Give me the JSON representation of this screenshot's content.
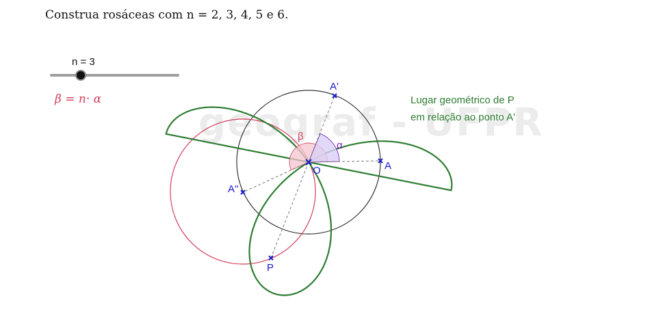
{
  "instruction": "Construa rosáceas com n = 2, 3, 4, 5 e 6.",
  "slider": {
    "label": "n = 3",
    "value": 3,
    "min": 1,
    "max": 10
  },
  "formula": "β = n· α",
  "watermark": "geograf - UFPR",
  "points": {
    "O": "O",
    "A": "A",
    "A_prime": "A'",
    "A_double_prime": "A''",
    "P": "P"
  },
  "angles": {
    "beta": "β",
    "alpha": "α"
  },
  "locus_caption": {
    "line1": "Lugar geométrico de P",
    "line2": "em relação ao ponto A'"
  },
  "colors": {
    "rose_curve": "#2e7d32",
    "pink_circle": "#d2405c",
    "base_circle": "#333333",
    "point_blue": "#1a1acc",
    "beta_fill": "#f4c6cf",
    "alpha_fill": "#d9cff5",
    "alpha_text": "#6a1fb5",
    "caption_green": "#2e7d32",
    "slider_track": "#999999"
  }
}
